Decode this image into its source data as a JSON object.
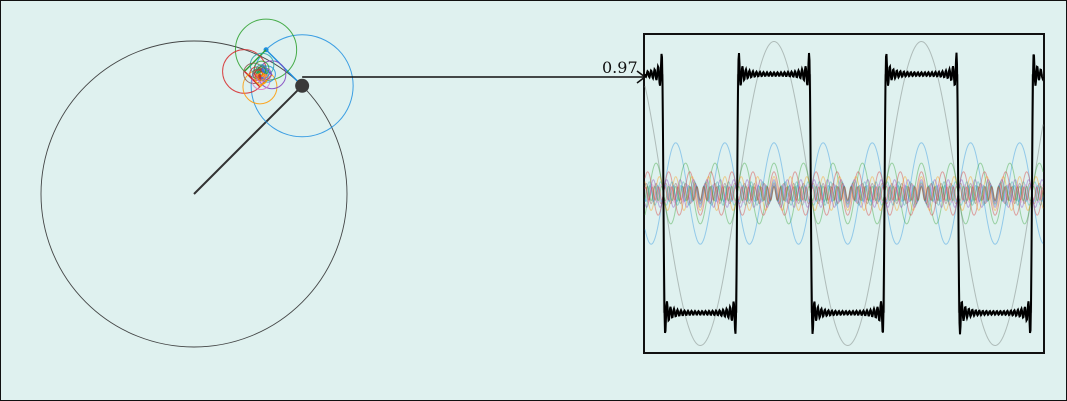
{
  "colors": {
    "background": "#dff1ef",
    "border": "#111111",
    "wave": "#000000",
    "target": "#9aa5a3",
    "arm": "#333333",
    "harmonics": [
      "#1f8fe0",
      "#2ca02c",
      "#d62728",
      "#ff9900",
      "#7f3fbf",
      "#2ca6a4",
      "#8c564b",
      "#e377c2"
    ]
  },
  "readout": {
    "value": "0.97"
  },
  "epicycle": {
    "terms": 21,
    "phase": 0.785,
    "main_label": "main-circle"
  },
  "plot": {
    "periods": 2.7,
    "phase_offset": 0.785
  }
}
